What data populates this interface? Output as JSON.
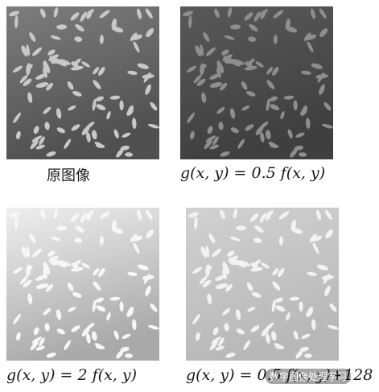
{
  "panels": [
    {
      "caption": "原图像",
      "colors": {
        "bg_top": "#7a7a7a",
        "bg_bottom": "#4a4a4a",
        "grain": "#c9c9c9"
      },
      "noise_opacity": 0.1
    },
    {
      "caption": "g(x, y) = 0.5 f(x, y)",
      "colors": {
        "bg_top": "#555555",
        "bg_bottom": "#3a3a3a",
        "grain": "#8c8c8c"
      },
      "noise_opacity": 0.08
    },
    {
      "caption": "g(x, y) = 2 f(x, y)",
      "colors": {
        "bg_top": "#f7f7f7",
        "bg_bottom": "#a7a7a7",
        "grain": "#ffffff"
      },
      "noise_opacity": 0.25
    },
    {
      "caption": "g(x, y) = 0.5 f(x, y)+128",
      "colors": {
        "bg_top": "#d2d2d2",
        "bg_bottom": "#b8b8b8",
        "grain": "#f4f4f4"
      },
      "noise_opacity": 0.06
    }
  ],
  "watermark": "数字图像处理学习"
}
